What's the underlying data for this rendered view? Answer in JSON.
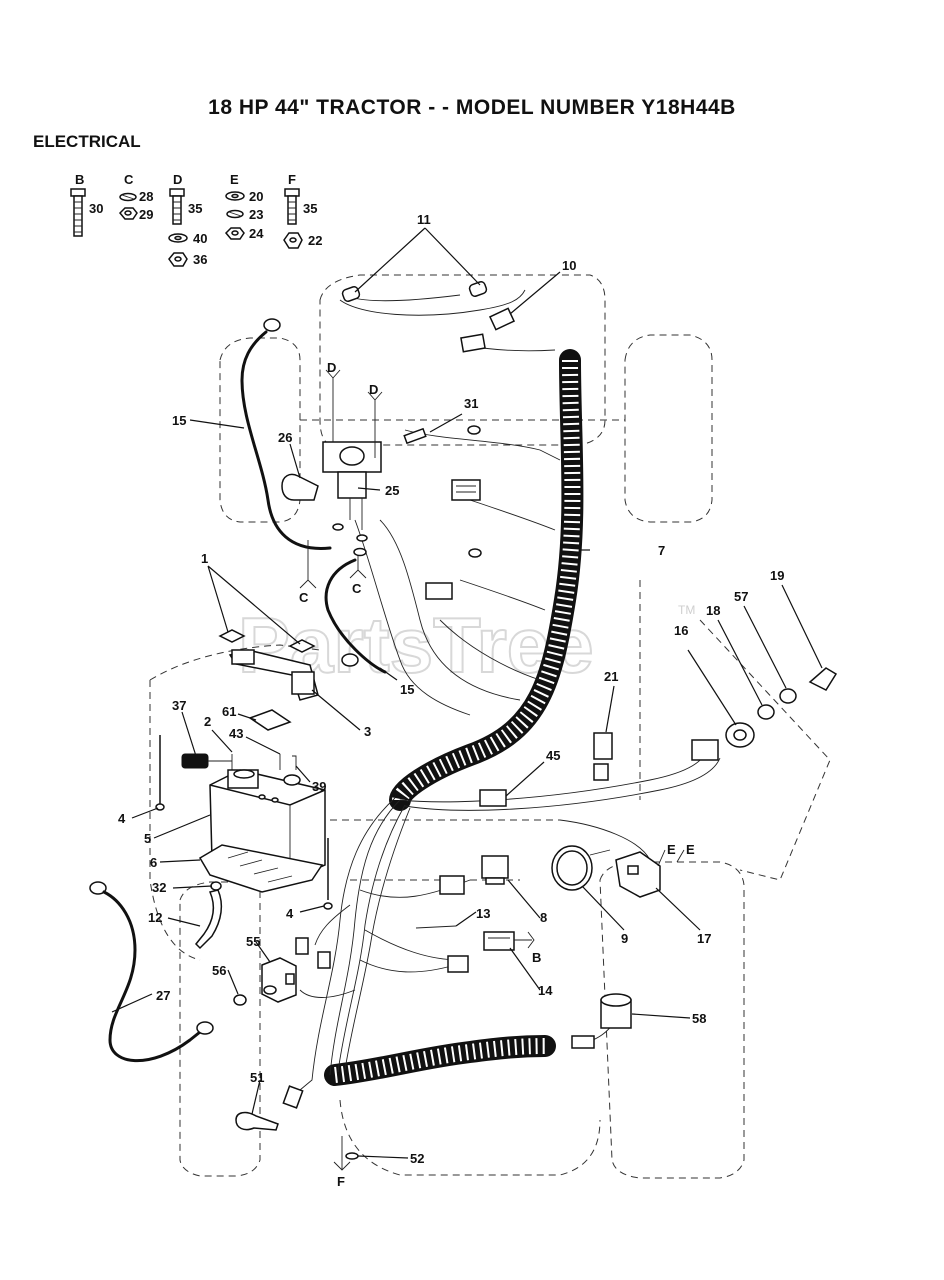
{
  "title": "18 HP 44\" TRACTOR - - MODEL NUMBER Y18H44B",
  "section": "ELECTRICAL",
  "watermark": "PartsTree",
  "watermark_tm": "TM",
  "hardware_groups": [
    {
      "letter": "B",
      "items": [
        "30"
      ]
    },
    {
      "letter": "C",
      "items": [
        "28",
        "29"
      ]
    },
    {
      "letter": "D",
      "items": [
        "35",
        "40",
        "36"
      ]
    },
    {
      "letter": "E",
      "items": [
        "20",
        "23",
        "24"
      ]
    },
    {
      "letter": "F",
      "items": [
        "35",
        "22"
      ]
    }
  ],
  "diagram_letters": [
    "D",
    "D",
    "C",
    "C",
    "E",
    "E",
    "B",
    "F"
  ],
  "callouts": [
    "11",
    "10",
    "31",
    "15",
    "26",
    "25",
    "7",
    "1",
    "15",
    "3",
    "61",
    "37",
    "2",
    "43",
    "39",
    "21",
    "45",
    "19",
    "57",
    "18",
    "16",
    "4",
    "5",
    "6",
    "32",
    "12",
    "4",
    "13",
    "8",
    "9",
    "17",
    "55",
    "56",
    "14",
    "27",
    "58",
    "51",
    "52"
  ]
}
